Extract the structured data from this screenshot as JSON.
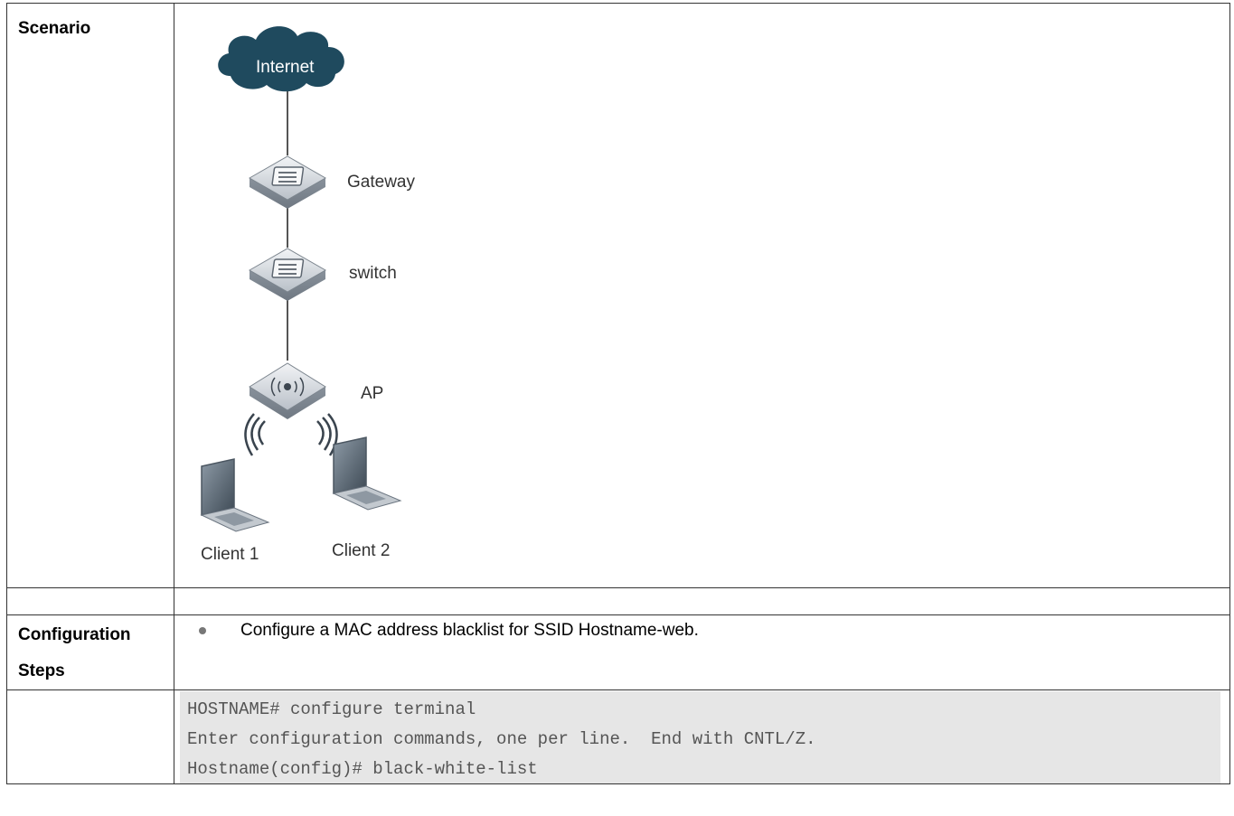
{
  "rows": {
    "scenario_label": "Scenario",
    "config_label_line1": "Configuration",
    "config_label_line2": "Steps"
  },
  "diagram": {
    "internet_label": "Internet",
    "gateway_label": "Gateway",
    "switch_label": "switch",
    "ap_label": "AP",
    "client1_label": "Client 1",
    "client2_label": "Client 2"
  },
  "steps": {
    "bullet_text": "Configure a MAC address blacklist for SSID Hostname-web."
  },
  "code": {
    "lines": [
      "HOSTNAME# configure terminal",
      "Enter configuration commands, one per line.  End with CNTL/Z.",
      "Hostname(config)# black-white-list"
    ]
  }
}
